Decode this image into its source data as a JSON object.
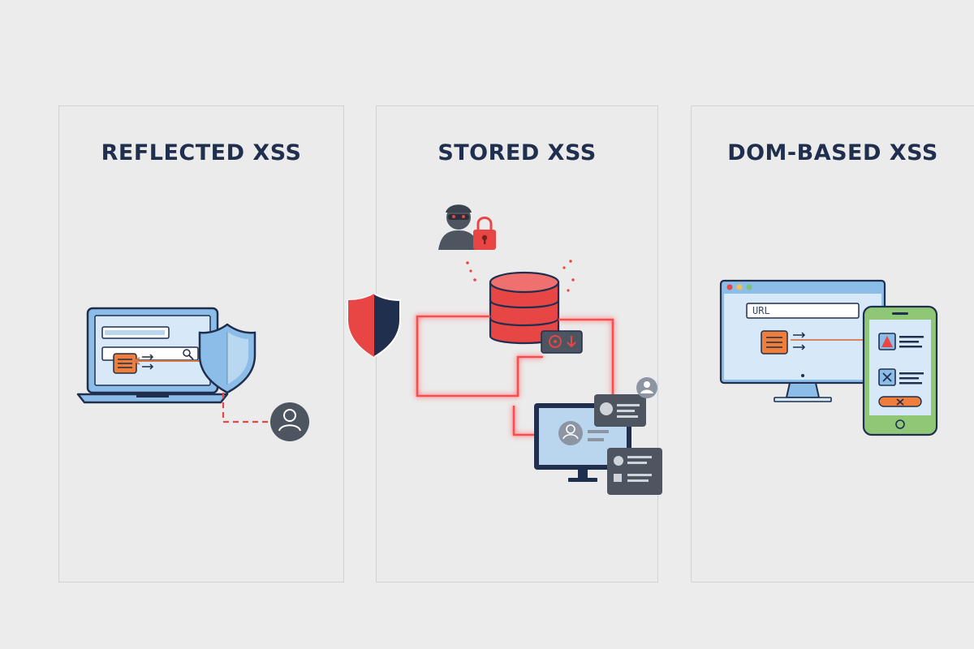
{
  "panels": [
    {
      "title": "REFLECTED XSS"
    },
    {
      "title": "STORED XSS"
    },
    {
      "title": "DOM-BASED XSS"
    }
  ],
  "dom": {
    "url_label": "URL"
  },
  "colors": {
    "navy": "#1f2f4d",
    "accent_red": "#e84545",
    "device_blue": "#8cbde8",
    "screen_light": "#d7e9f8",
    "orange": "#ef7d3c",
    "phone_green": "#8fc776",
    "gray_dark": "#4c5560"
  }
}
